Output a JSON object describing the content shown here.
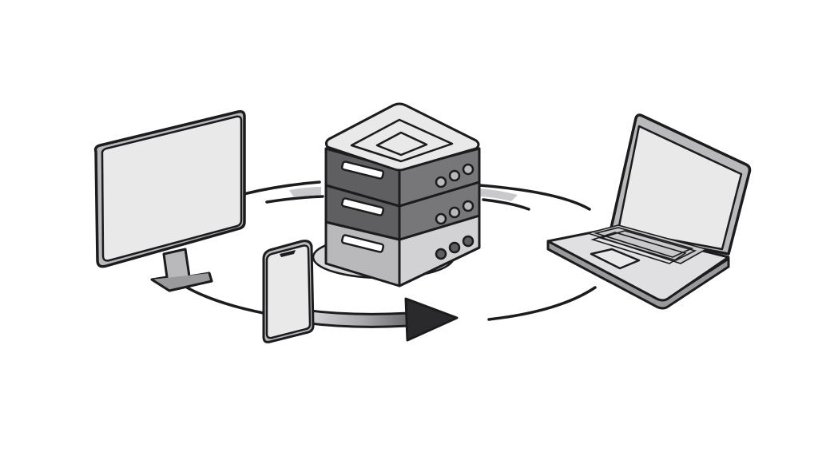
{
  "diagram": {
    "type": "device-sync-illustration",
    "devices": [
      {
        "name": "monitor",
        "icon": "desktop-monitor-icon"
      },
      {
        "name": "server",
        "icon": "server-stack-icon",
        "units": 3
      },
      {
        "name": "laptop",
        "icon": "laptop-icon"
      },
      {
        "name": "phone",
        "icon": "smartphone-icon"
      }
    ],
    "connector": {
      "shape": "ellipse-orbit",
      "direction": "clockwise",
      "arrow": "sync-arrow"
    },
    "colors": {
      "stroke": "#1c1c1e",
      "light_fill": "#e9e9ea",
      "mid_fill": "#b9b9bb",
      "dark_fill": "#5f5f62",
      "arrow_fill": "#2a2a2c",
      "background": "#ffffff"
    }
  }
}
